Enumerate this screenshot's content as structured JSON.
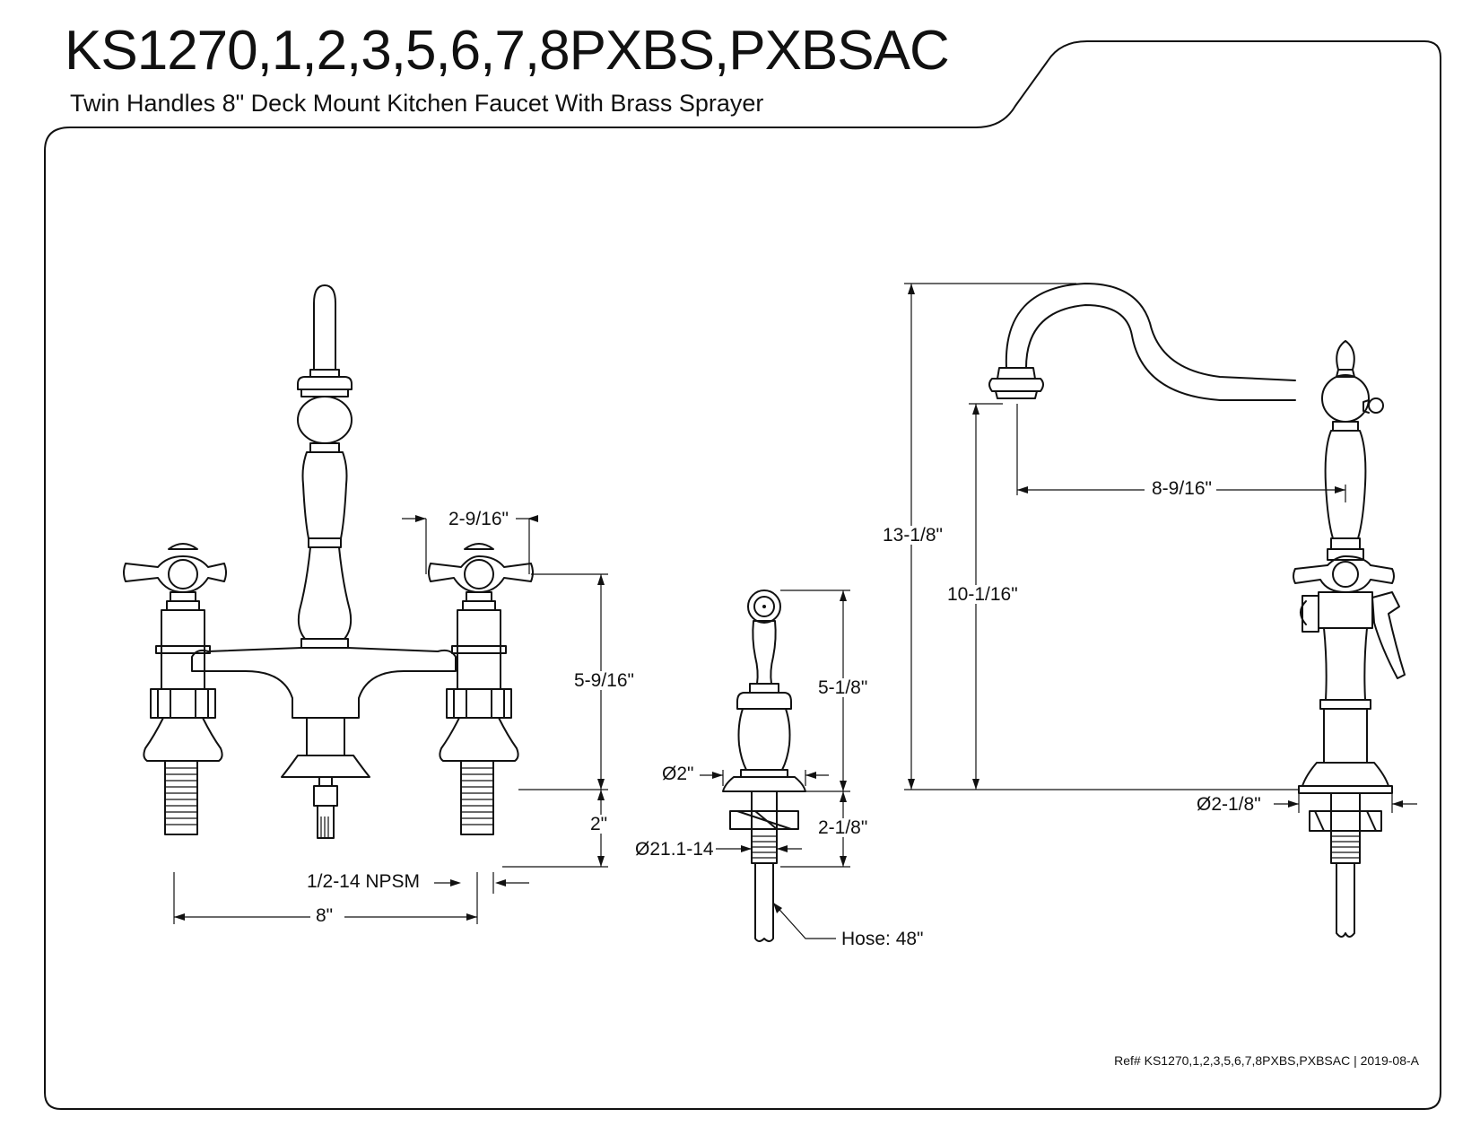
{
  "header": {
    "title": "KS1270,1,2,3,5,6,7,8PXBS,PXBSAC",
    "subtitle": "Twin Handles 8\" Deck Mount Kitchen Faucet With Brass Sprayer"
  },
  "dimensions": {
    "handle_width": "2-9/16\"",
    "handle_height": "5-9/16\"",
    "shank_length": "2\"",
    "thread_spec": "1/2-14 NPSM",
    "center_spread": "8\"",
    "sprayer_height": "5-1/8\"",
    "sprayer_base_diameter": "Ø2\"",
    "sprayer_shank_length": "2-1/8\"",
    "sprayer_thread": "Ø21.1-14",
    "hose_length": "Hose: 48\"",
    "total_height": "13-1/8\"",
    "spout_height": "10-1/16\"",
    "spout_reach": "8-9/16\"",
    "base_diameter": "Ø2-1/8\""
  },
  "footer": {
    "ref": "Ref# KS1270,1,2,3,5,6,7,8PXBS,PXBSAC | 2019-08-A"
  }
}
